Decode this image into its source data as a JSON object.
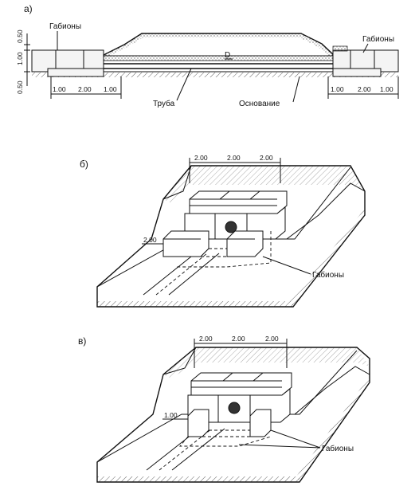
{
  "section_a": {
    "label": "а)",
    "gabions_left": "Габионы",
    "gabions_right": "Габионы",
    "pipe": "Труба",
    "base": "Основание",
    "pipe_symbol": "D",
    "vert_dims": [
      "0.50",
      "1.00",
      "0.50"
    ],
    "left_dims": [
      "1.00",
      "2.00",
      "1.00"
    ],
    "right_dims": [
      "1.00",
      "2.00",
      "1.00"
    ]
  },
  "section_b": {
    "label": "б)",
    "top_dims": [
      "2.00",
      "2.00",
      "2.00"
    ],
    "side_dim": "2.00",
    "gabions": "Габионы"
  },
  "section_c": {
    "label": "в)",
    "top_dims": [
      "2.00",
      "2.00",
      "2.00"
    ],
    "side_dim": "1.00",
    "gabions": "Габионы"
  }
}
